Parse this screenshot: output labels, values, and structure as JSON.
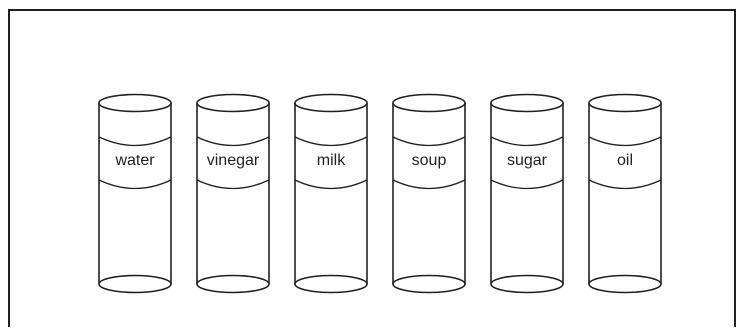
{
  "diagram": {
    "containers": [
      {
        "label": "water"
      },
      {
        "label": "vinegar"
      },
      {
        "label": "milk"
      },
      {
        "label": "soup"
      },
      {
        "label": "sugar"
      },
      {
        "label": "oil"
      }
    ],
    "colors": {
      "stroke": "#231f20",
      "background": "#ffffff"
    }
  }
}
